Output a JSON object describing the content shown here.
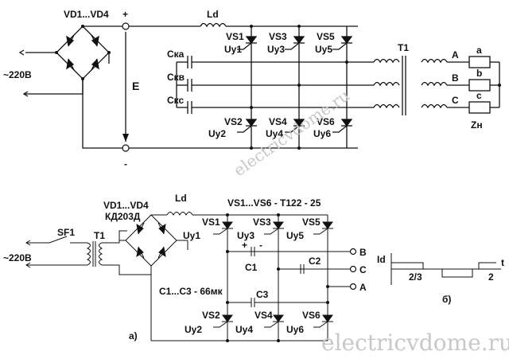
{
  "top": {
    "bridge_label": "VD1...VD4",
    "mains_label": "~220В",
    "plus_label": "+",
    "minus_label": "-",
    "voltage_label": "E",
    "choke_label": "Ld",
    "caps": [
      "Cка",
      "Cкв",
      "Cкс"
    ],
    "thyristors_top": [
      {
        "name": "VS1",
        "gate": "Uy1"
      },
      {
        "name": "VS3",
        "gate": "Uy3"
      },
      {
        "name": "VS5",
        "gate": "Uy5"
      }
    ],
    "thyristors_bottom": [
      {
        "name": "VS2",
        "gate": "Uy2"
      },
      {
        "name": "VS4",
        "gate": "Uy4"
      },
      {
        "name": "VS6",
        "gate": "Uy6"
      }
    ],
    "transformer_label": "T1",
    "phases": [
      "A",
      "B",
      "C"
    ],
    "loads": [
      "a",
      "b",
      "c"
    ],
    "load_label": "Zн"
  },
  "bottom": {
    "switch_label": "SF1",
    "transformer_label": "T1",
    "mains_label": "~220В",
    "bridge_label": "VD1...VD4",
    "bridge_type": "КД203Д",
    "choke_label": "Ld",
    "thyristor_spec": "VS1...VS6 - T122 - 25",
    "thyristors_top": [
      {
        "name": "VS1",
        "gate": "Uy1"
      },
      {
        "name": "VS3",
        "gate": "Uy3"
      },
      {
        "name": "VS5",
        "gate": "Uy5"
      }
    ],
    "thyristors_bottom": [
      {
        "name": "VS2",
        "gate": "Uy2"
      },
      {
        "name": "VS4",
        "gate": "Uy4"
      },
      {
        "name": "VS6",
        "gate": "Uy6"
      }
    ],
    "caps": [
      "C1",
      "C2",
      "C3"
    ],
    "cap_plus": "+",
    "cap_minus": "-",
    "cap_spec": "C1...C3 - 66мк",
    "outputs": [
      "B",
      "C",
      "A"
    ],
    "part_a": "а)"
  },
  "waveform": {
    "y_label": "Id",
    "t_label": "t",
    "tick_23": "2/3",
    "tick_2": "2",
    "part_b": "б)"
  },
  "watermarks": [
    "electricvdome.ru",
    "electricvdome.ru"
  ]
}
